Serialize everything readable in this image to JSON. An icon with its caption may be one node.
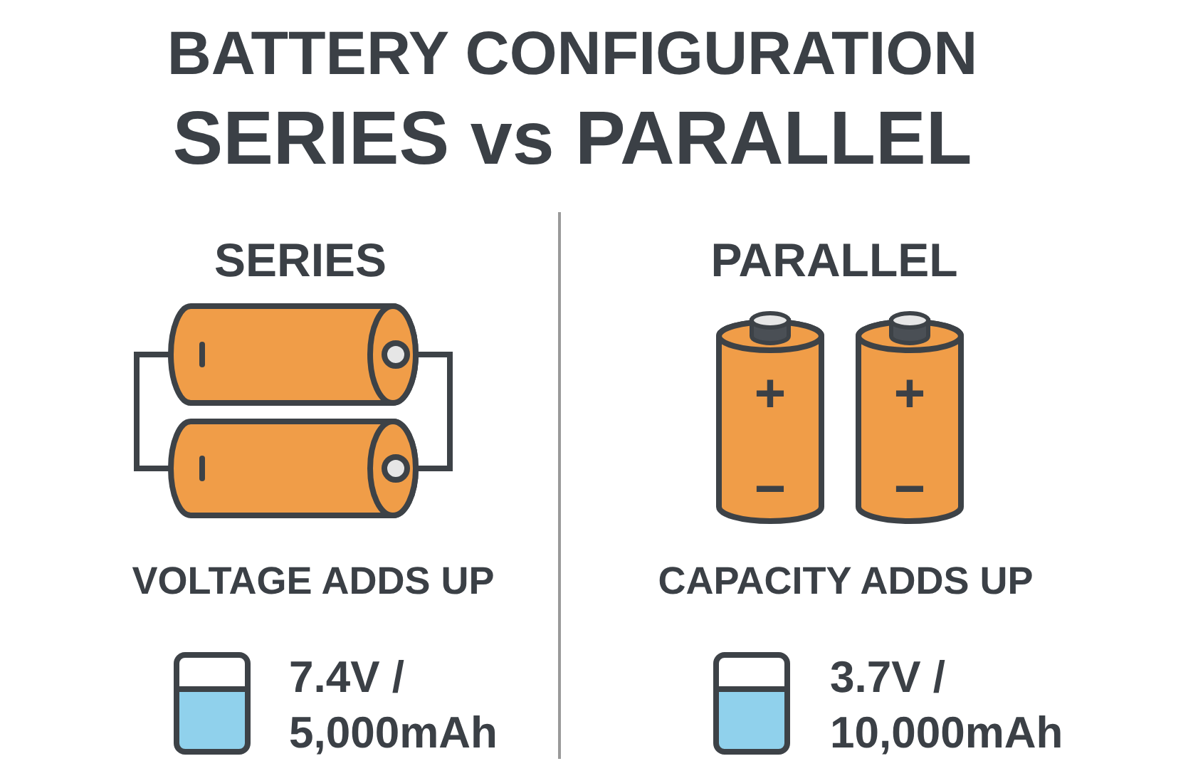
{
  "diagram": {
    "title": "BATTERY CONFIGURATION SERIES vs PARALLEL",
    "nodes": [
      {
        "text": [],
        "shape": "cylinder"
      },
      {
        "text": [],
        "shape": "cylinder"
      },
      {
        "text": [
          "+",
          "−"
        ]
      },
      {
        "text": [
          "+",
          "−"
        ]
      }
    ],
    "edges": [
      {
        "from": 0,
        "to": 1,
        "arrow": "none"
      },
      {
        "from": 0,
        "to": 1,
        "arrow": "none"
      }
    ],
    "labels": [
      "SERIES",
      "VOLTAGE ADDS UP",
      "7.4V / 5,000mAh",
      "PARALLEL",
      "CAPACITY ADDS UP",
      "3.7V / 10,000mAh"
    ]
  }
}
